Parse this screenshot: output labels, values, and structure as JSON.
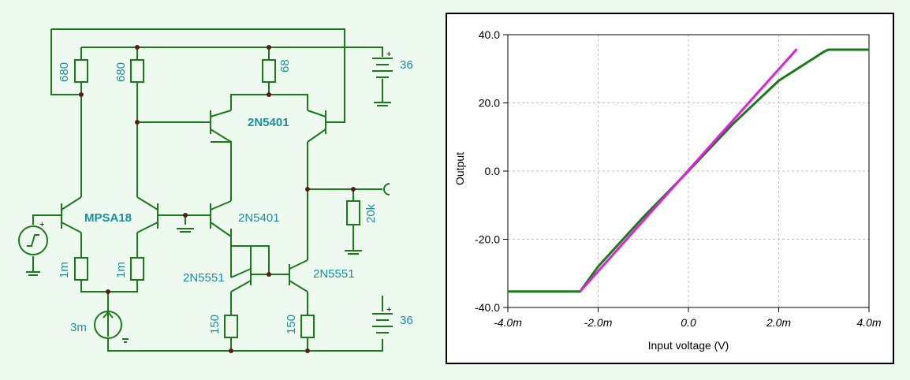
{
  "circuit": {
    "label_680_left": "680",
    "label_680_mid": "680",
    "label_68": "68",
    "label_36_top": "36",
    "label_36_bot": "36",
    "label_2n5401_top": "2N5401",
    "label_2n5401_mid": "2N5401",
    "label_mpsa18": "MPSA18",
    "label_20k": "20k",
    "label_1m_left": "1m",
    "label_1m_right": "1m",
    "label_2n5551_left": "2N5551",
    "label_2n5551_right": "2N5551",
    "label_3m": "3m",
    "label_150_left": "150",
    "label_150_right": "150",
    "wire_color": "#1a7a1a",
    "label_color": "#1a8f9a"
  },
  "chart_data": {
    "type": "line",
    "xlabel": "Input voltage (V)",
    "ylabel": "Output",
    "xlim": [
      -0.004,
      0.004
    ],
    "ylim": [
      -40,
      40
    ],
    "x_ticks": [
      "-4.0m",
      "-2.0m",
      "0.0",
      "2.0m",
      "4.0m"
    ],
    "y_ticks": [
      "40.0",
      "20.0",
      "0.0",
      "-20.0",
      "-40.0"
    ],
    "grid": true,
    "series": [
      {
        "color": "#1a7a1a",
        "points": [
          [
            -0.004,
            -35.3
          ],
          [
            -0.0024,
            -35.3
          ],
          [
            -0.002,
            -28.0
          ],
          [
            -0.001,
            -13.5
          ],
          [
            0,
            0
          ],
          [
            0.001,
            14.0
          ],
          [
            0.002,
            26.5
          ],
          [
            0.003,
            35.0
          ],
          [
            0.0031,
            35.6
          ],
          [
            0.004,
            35.6
          ]
        ]
      },
      {
        "color": "#e020e0",
        "points": [
          [
            -0.0024,
            -35.3
          ],
          [
            0.0024,
            35.8
          ]
        ]
      }
    ]
  }
}
